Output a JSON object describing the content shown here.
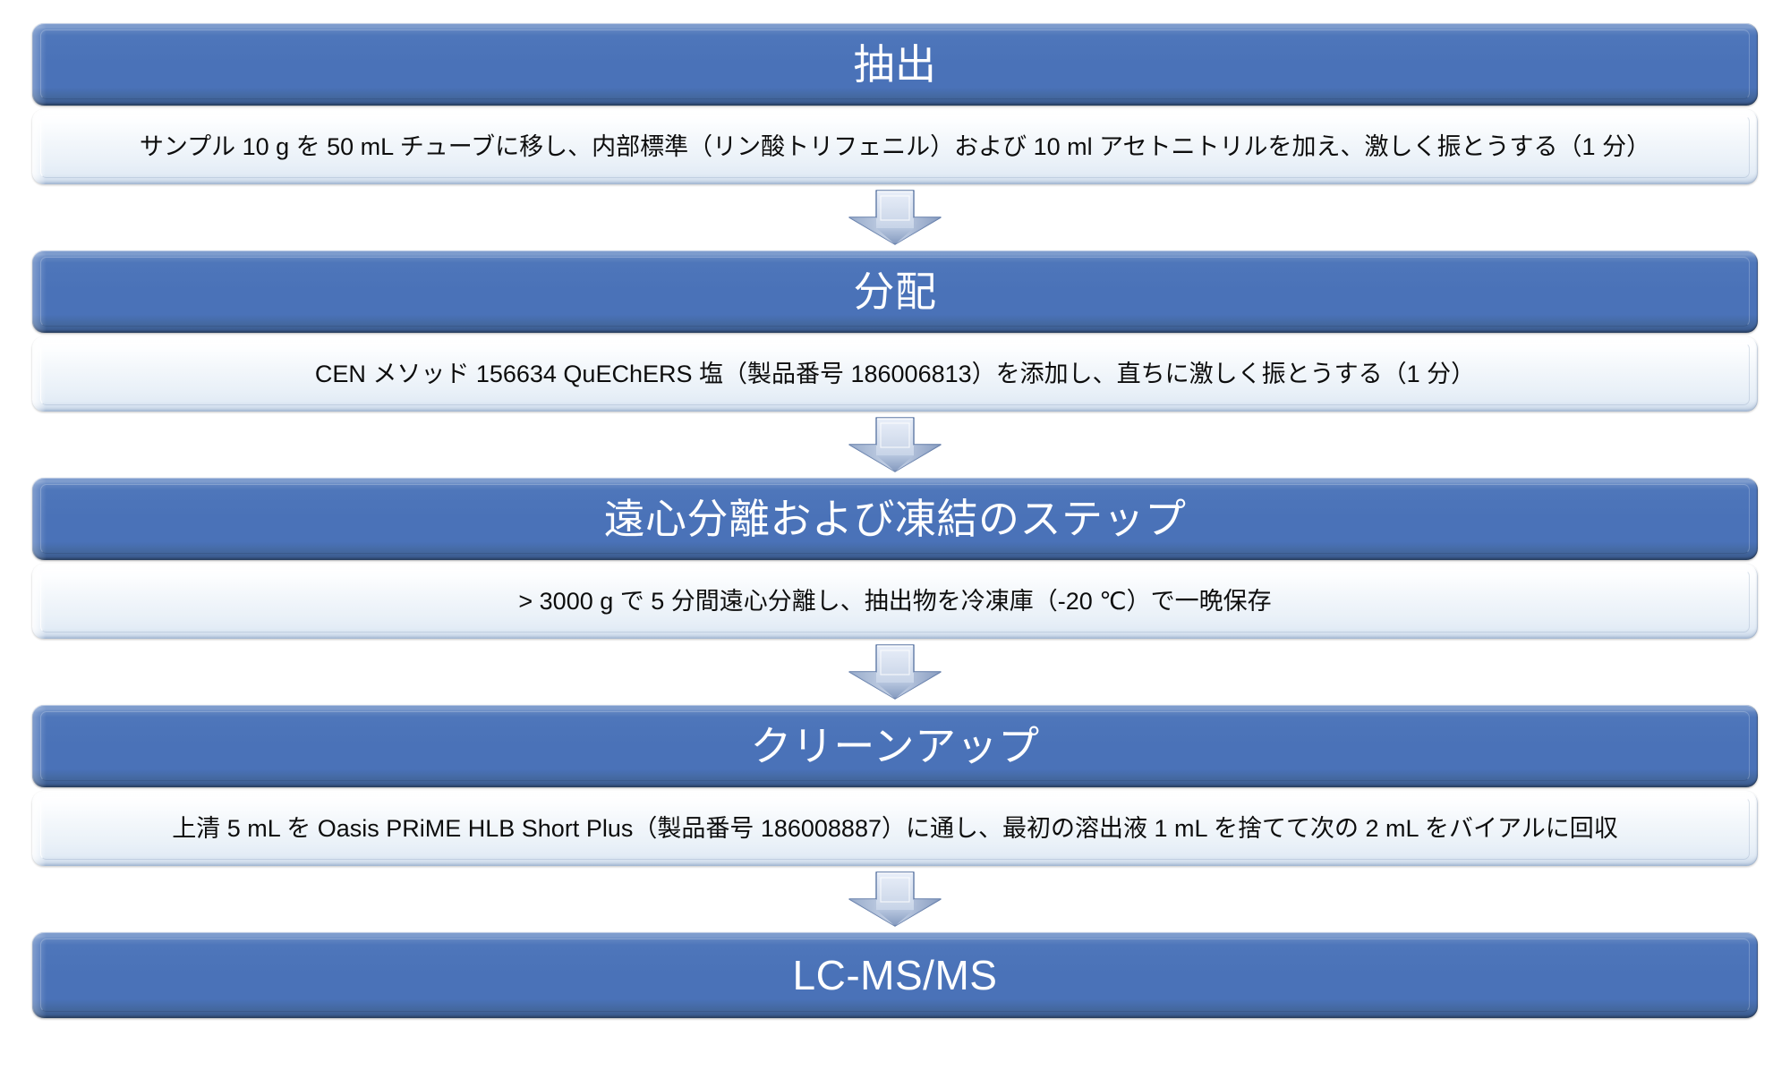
{
  "diagram": {
    "title": "QuEChERS LC-MS/MS workflow",
    "colors": {
      "header_blue": "#4a72b8",
      "header_blue_dark": "#36547f",
      "body_light": "#eef3f9",
      "arrow_light": "#d6e0f0",
      "arrow_dark": "#5f79a6",
      "header_text": "#ffffff",
      "body_text": "#0d0d0d"
    },
    "stages": [
      {
        "id": "extraction",
        "header": "抽出",
        "body": "サンプル 10 g を 50 mL チューブに移し、内部標準（リン酸トリフェニル）および 10 ml アセトニトリルを加え、激しく振とうする（1 分）"
      },
      {
        "id": "partitioning",
        "header": "分配",
        "body": "CEN メソッド 156634 QuEChERS 塩（製品番号 186006813）を添加し、直ちに激しく振とうする（1 分）"
      },
      {
        "id": "centrifugation-freezing",
        "header": "遠心分離および凍結のステップ",
        "body": "> 3000 g で 5 分間遠心分離し、抽出物を冷凍庫（-20 ℃）で一晩保存"
      },
      {
        "id": "cleanup",
        "header": "クリーンアップ",
        "body": "上清 5 mL を Oasis PRiME HLB Short Plus（製品番号 186008887）に通し、最初の溶出液 1 mL を捨てて次の 2 mL をバイアルに回収"
      },
      {
        "id": "analysis",
        "header": "LC-MS/MS",
        "body": null
      }
    ],
    "connectors": [
      {
        "id": "arrow-1",
        "icon": "down-arrow-icon"
      },
      {
        "id": "arrow-2",
        "icon": "down-arrow-icon"
      },
      {
        "id": "arrow-3",
        "icon": "down-arrow-icon"
      },
      {
        "id": "arrow-4",
        "icon": "down-arrow-icon"
      }
    ]
  }
}
